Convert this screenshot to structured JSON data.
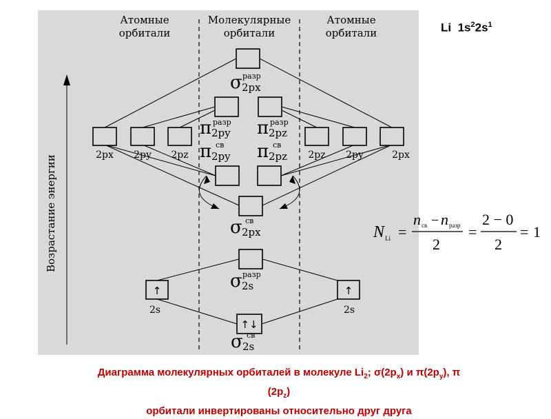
{
  "headers": {
    "atomic_left_1": "Атомные",
    "atomic_left_2": "орбитали",
    "molecular_1": "Молекулярные",
    "molecular_2": "орбитали",
    "atomic_right_1": "Атомные",
    "atomic_right_2": "орбитали"
  },
  "axis_label": "Возрастание энергии",
  "electron_config": {
    "element": "Li",
    "p1": "1s",
    "e1": "2",
    "p2": "2s",
    "e2": "1"
  },
  "atomic_labels": {
    "px": "2px",
    "py": "2py",
    "pz": "2pz",
    "s": "2s"
  },
  "mo_labels": {
    "sigma": "σ",
    "pi": "π",
    "antibonding": "разр",
    "bonding": "св",
    "sub_2px": "2px",
    "sub_2py": "2py",
    "sub_2pz": "2pz",
    "sub_2s": "2s"
  },
  "electrons": {
    "up": "↑",
    "pair": "↑↓"
  },
  "formula": {
    "lhs": "N",
    "lhs_sub": "Li",
    "n": "n",
    "sub_b": "св",
    "sub_a": "разр",
    "minus": "−",
    "eq": "=",
    "num2": "2 − 0",
    "den": "2",
    "result": "1"
  },
  "caption": {
    "line1_a": "Диаграмма молекулярных орбиталей в молекуле Li",
    "sub_2": "2",
    "line1_b": "; σ(2p",
    "sub_x": "x",
    "line1_c": ") и π(2p",
    "sub_y": "y",
    "line1_d": "), π",
    "line2_a": "(2p",
    "sub_z": "z",
    "line2_b": ")",
    "line3": "орбитали инвертированы относительно друг друга"
  }
}
